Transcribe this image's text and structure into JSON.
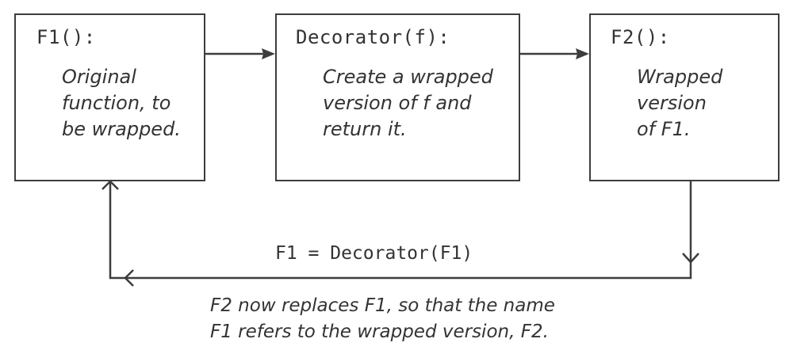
{
  "diagram": {
    "nodes": [
      {
        "id": "f1",
        "title": "F1():",
        "description": "Original\nfunction, to\nbe wrapped."
      },
      {
        "id": "decorator",
        "title": "Decorator(f):",
        "description": "Create a wrapped\nversion of f and\nreturn it."
      },
      {
        "id": "f2",
        "title": "F2():",
        "description": "Wrapped\nversion\nof F1."
      }
    ],
    "edges": [
      {
        "from": "f1",
        "to": "decorator",
        "style": "solid-arrow"
      },
      {
        "from": "decorator",
        "to": "f2",
        "style": "solid-arrow"
      },
      {
        "from": "f2",
        "to": "f1",
        "style": "open-arrow",
        "label": "F1 = Decorator(F1)"
      }
    ],
    "assignment_label": "F1 = Decorator(F1)",
    "caption": "F2 now replaces F1, so that the name\nF1 refers to the wrapped version, F2."
  },
  "colors": {
    "stroke": "#3d3d3d",
    "text": "#333333",
    "background": "#ffffff"
  }
}
